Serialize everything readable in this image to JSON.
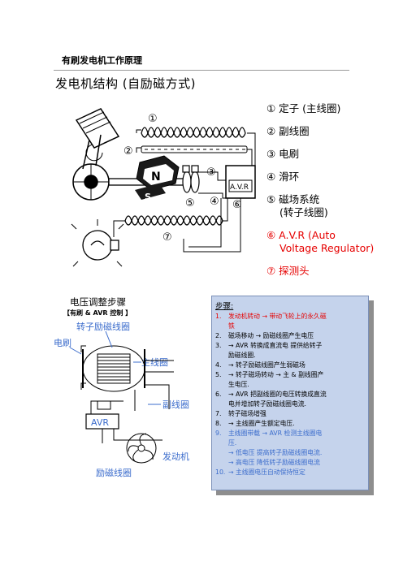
{
  "header": {
    "page_title": "有刷发电机工作原理"
  },
  "top_section": {
    "title": "发电机结构 (自励磁方式)",
    "diagram_labels": [
      "①",
      "②",
      "③",
      "④",
      "⑤",
      "⑥",
      "⑦"
    ],
    "diagram_magnet_n": "N",
    "diagram_magnet_s": "S",
    "diagram_avr": "A.V.R",
    "legend": [
      {
        "text": "① 定子 (主线圈)",
        "color": "#000000"
      },
      {
        "text": "② 副线圈",
        "color": "#000000"
      },
      {
        "text": "③ 电刷",
        "color": "#000000"
      },
      {
        "text": "④ 滑环",
        "color": "#000000"
      },
      {
        "text": "⑤ 磁场系统",
        "color": "#000000"
      },
      {
        "text": "(转子线圈)",
        "color": "#000000"
      },
      {
        "text": "⑥ A.V.R  (Auto",
        "color": "#e60000"
      },
      {
        "text": "Voltage Regulator)",
        "color": "#e60000"
      },
      {
        "text": "⑦ 探测头",
        "color": "#e60000"
      }
    ]
  },
  "bottom_section": {
    "title": "电压调整步骤",
    "subtitle": "【有刷 & AVR 控制 】",
    "diagram": {
      "rotor_coil": "转子励磁线圈",
      "brush": "电刷",
      "main_coil": "主线圈",
      "sub_coil": "副线圈",
      "avr": "AVR",
      "engine": "发动机",
      "exciter_coil": "励磁线圈"
    },
    "steps_heading": "步骤:",
    "steps": [
      {
        "num": "1.",
        "text": "发动机转动 → 带动飞轮上的永久磁",
        "style": "red"
      },
      {
        "num": "",
        "text": "铁",
        "style": "red"
      },
      {
        "num": "2.",
        "text": "磁场移动 → 励磁线圈产生电压",
        "style": "black"
      },
      {
        "num": "3.",
        "text": "→ AVR 转换成直流电 提供给转子",
        "style": "black"
      },
      {
        "num": "",
        "text": "励磁线圈.",
        "style": "black"
      },
      {
        "num": "4.",
        "text": "→ 转子励磁线圈产生弱磁场",
        "style": "black"
      },
      {
        "num": "5.",
        "text": "→ 转子磁场转动 → 主 & 副线圈产",
        "style": "black"
      },
      {
        "num": "",
        "text": "生电压.",
        "style": "black"
      },
      {
        "num": "6.",
        "text": "→ AVR 把副线圈的电压转换成直流",
        "style": "black"
      },
      {
        "num": "",
        "text": "电并增加转子励磁线圈电流.",
        "style": "black"
      },
      {
        "num": "7.",
        "text": "转子磁场增强",
        "style": "black"
      },
      {
        "num": "8.",
        "text": "→ 主线圈产生额定电压.",
        "style": "black"
      },
      {
        "num": "9.",
        "text": "主线圈带载 → AVR 检测主线圈电",
        "style": "blue"
      },
      {
        "num": "",
        "text": "压.",
        "style": "blue"
      },
      {
        "num": "",
        "text": "→ 低电压 提高转子励磁线圈电流.",
        "style": "blue"
      },
      {
        "num": "",
        "text": "→ 高电压 降低转子励磁线圈电流",
        "style": "blue"
      },
      {
        "num": "10.",
        "text": "→ 主线圈电压自动保持恒定",
        "style": "blue"
      }
    ]
  }
}
